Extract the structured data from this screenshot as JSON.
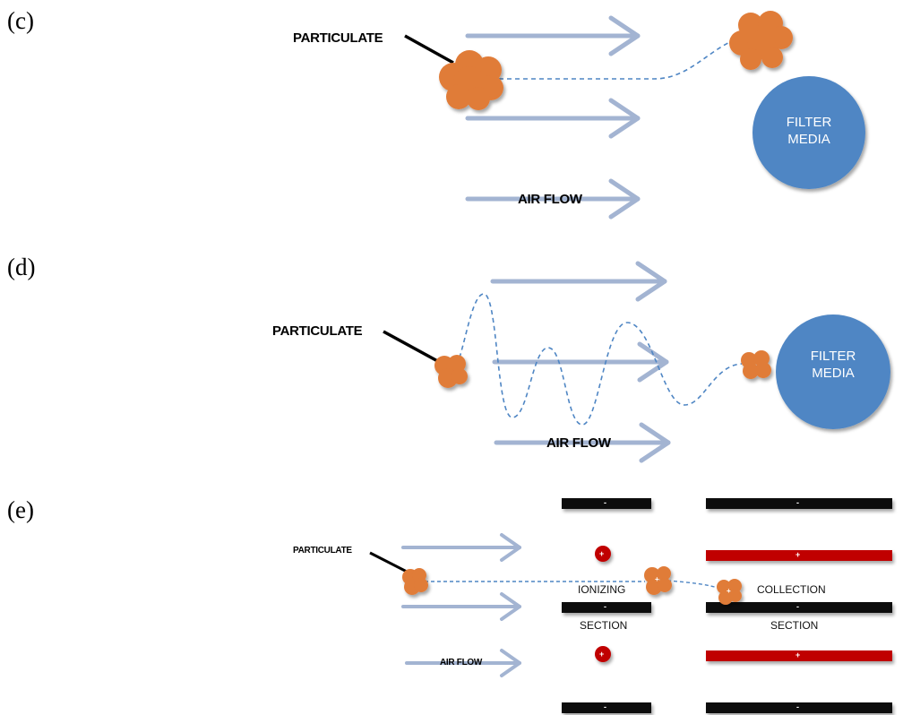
{
  "panels": {
    "c": {
      "label": "(c)",
      "particulate_label": "PARTICULATE",
      "filter_media_line1": "FILTER",
      "filter_media_line2": "MEDIA",
      "air_flow_label": "AIR FLOW"
    },
    "d": {
      "label": "(d)",
      "particulate_label": "PARTICULATE",
      "filter_media_line1": "FILTER",
      "filter_media_line2": "MEDIA",
      "air_flow_label": "AIR FLOW"
    },
    "e": {
      "label": "(e)",
      "particulate_label": "PARTICULATE",
      "air_flow_label": "AIR FLOW",
      "ionizing_label": "IONIZING",
      "ionizing_section_label": "SECTION",
      "collection_label": "COLLECTION",
      "collection_section_label": "SECTION",
      "negative_sign": "-",
      "positive_sign": "+"
    }
  },
  "colors": {
    "particle": "#e07b39",
    "filter_media": "#4f86c4",
    "arrow": "#a3b4d2",
    "negative_plate": "#0a0a0a",
    "positive_plate": "#c00000",
    "dashed_path": "#4f86c4"
  }
}
